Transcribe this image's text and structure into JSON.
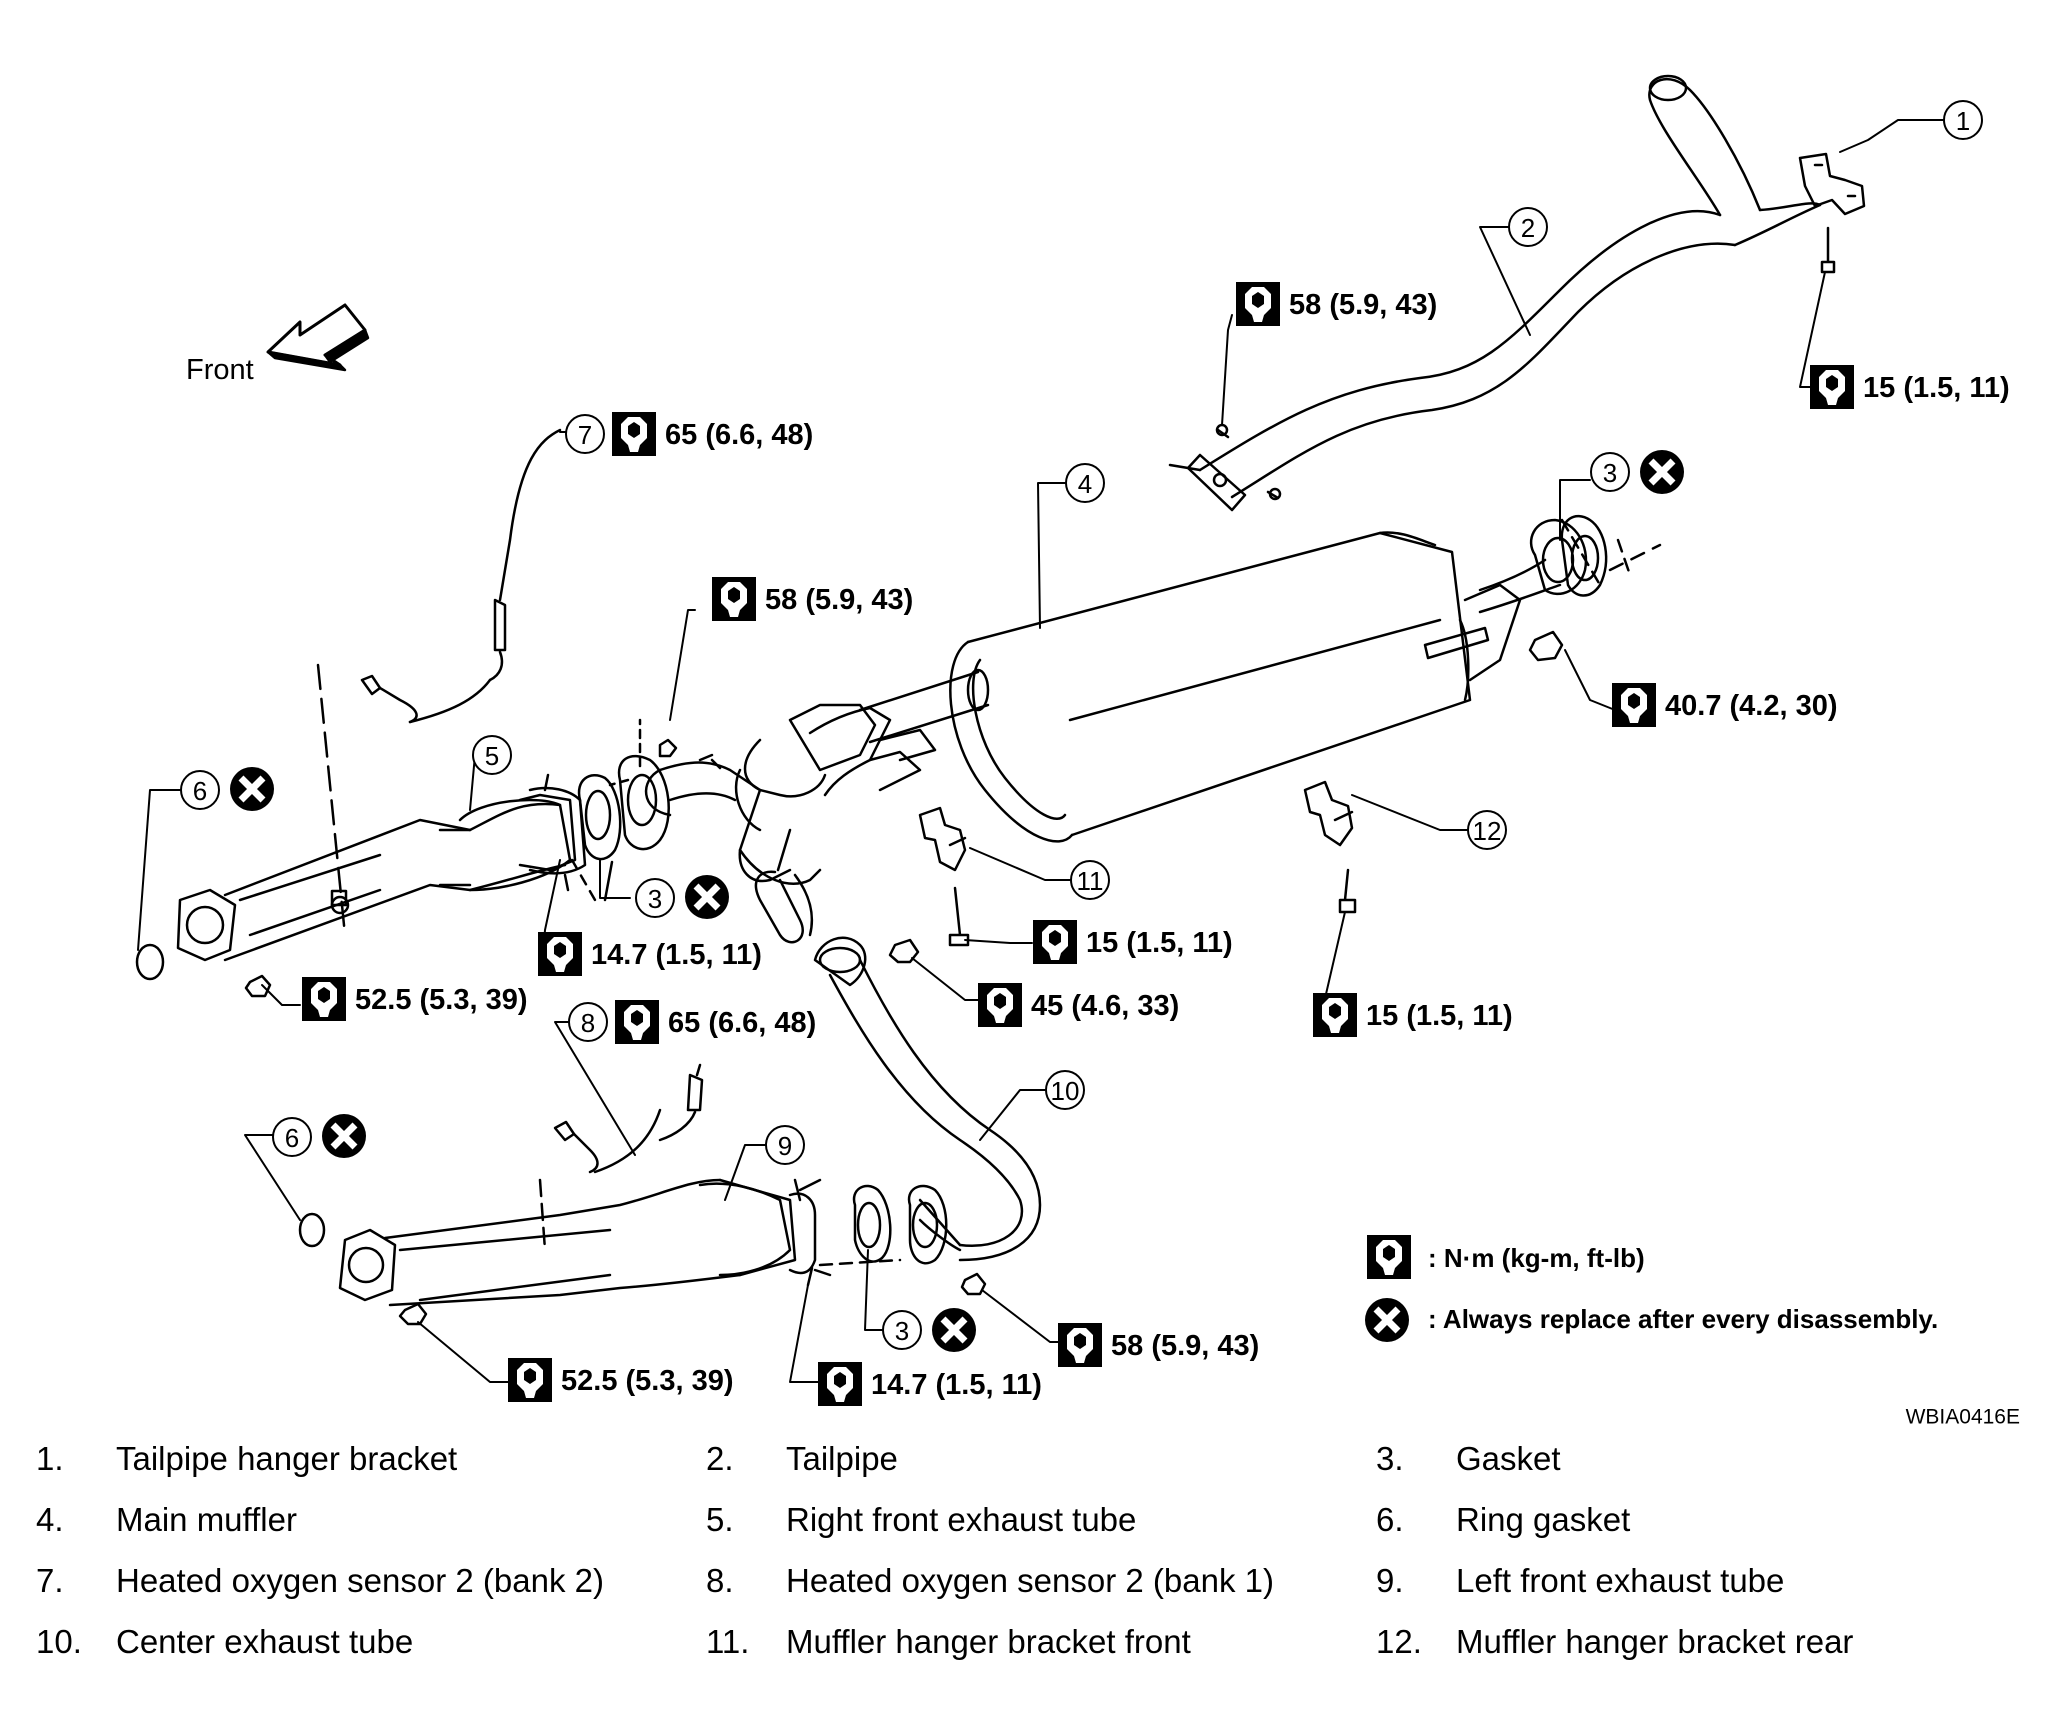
{
  "front_label": "Front",
  "image_code": "WBIA0416E",
  "legend": {
    "torque_note": ": N·m (kg-m, ft-lb)",
    "replace_note": ": Always replace after every disassembly."
  },
  "callouts": {
    "c1": "1",
    "c2": "2",
    "c3a": "3",
    "c3b": "3",
    "c3c": "3",
    "c4": "4",
    "c5": "5",
    "c6a": "6",
    "c6b": "6",
    "c7": "7",
    "c8": "8",
    "c9": "9",
    "c10": "10",
    "c11": "11",
    "c12": "12"
  },
  "torques": {
    "t_tail_flange": "58 (5.9, 43)",
    "t_tail_hanger": "15 (1.5, 11)",
    "t_o2_bank2": "65 (6.6, 48)",
    "t_center_upper": "58 (5.9, 43)",
    "t_muffler_nut": "40.7 (4.2, 30)",
    "t_right_flange": "14.7 (1.5, 11)",
    "t_right_manifold": "52.5 (5.3, 39)",
    "t_o2_bank1": "65 (6.6, 48)",
    "t_center_nut": "45 (4.6, 33)",
    "t_hanger_front": "15 (1.5, 11)",
    "t_hanger_rear": "15 (1.5, 11)",
    "t_left_manifold": "52.5 (5.3, 39)",
    "t_left_flange": "14.7 (1.5, 11)",
    "t_center_lower": "58 (5.9, 43)"
  },
  "parts": [
    {
      "num": "1.",
      "name": "Tailpipe hanger bracket"
    },
    {
      "num": "2.",
      "name": "Tailpipe"
    },
    {
      "num": "3.",
      "name": "Gasket"
    },
    {
      "num": "4.",
      "name": "Main muffler"
    },
    {
      "num": "5.",
      "name": "Right front exhaust tube"
    },
    {
      "num": "6.",
      "name": "Ring gasket"
    },
    {
      "num": "7.",
      "name": "Heated oxygen sensor 2 (bank 2)"
    },
    {
      "num": "8.",
      "name": "Heated oxygen sensor 2 (bank 1)"
    },
    {
      "num": "9.",
      "name": "Left front exhaust tube"
    },
    {
      "num": "10.",
      "name": "Center exhaust tube"
    },
    {
      "num": "11.",
      "name": "Muffler hanger bracket front"
    },
    {
      "num": "12.",
      "name": "Muffler hanger bracket rear"
    }
  ]
}
